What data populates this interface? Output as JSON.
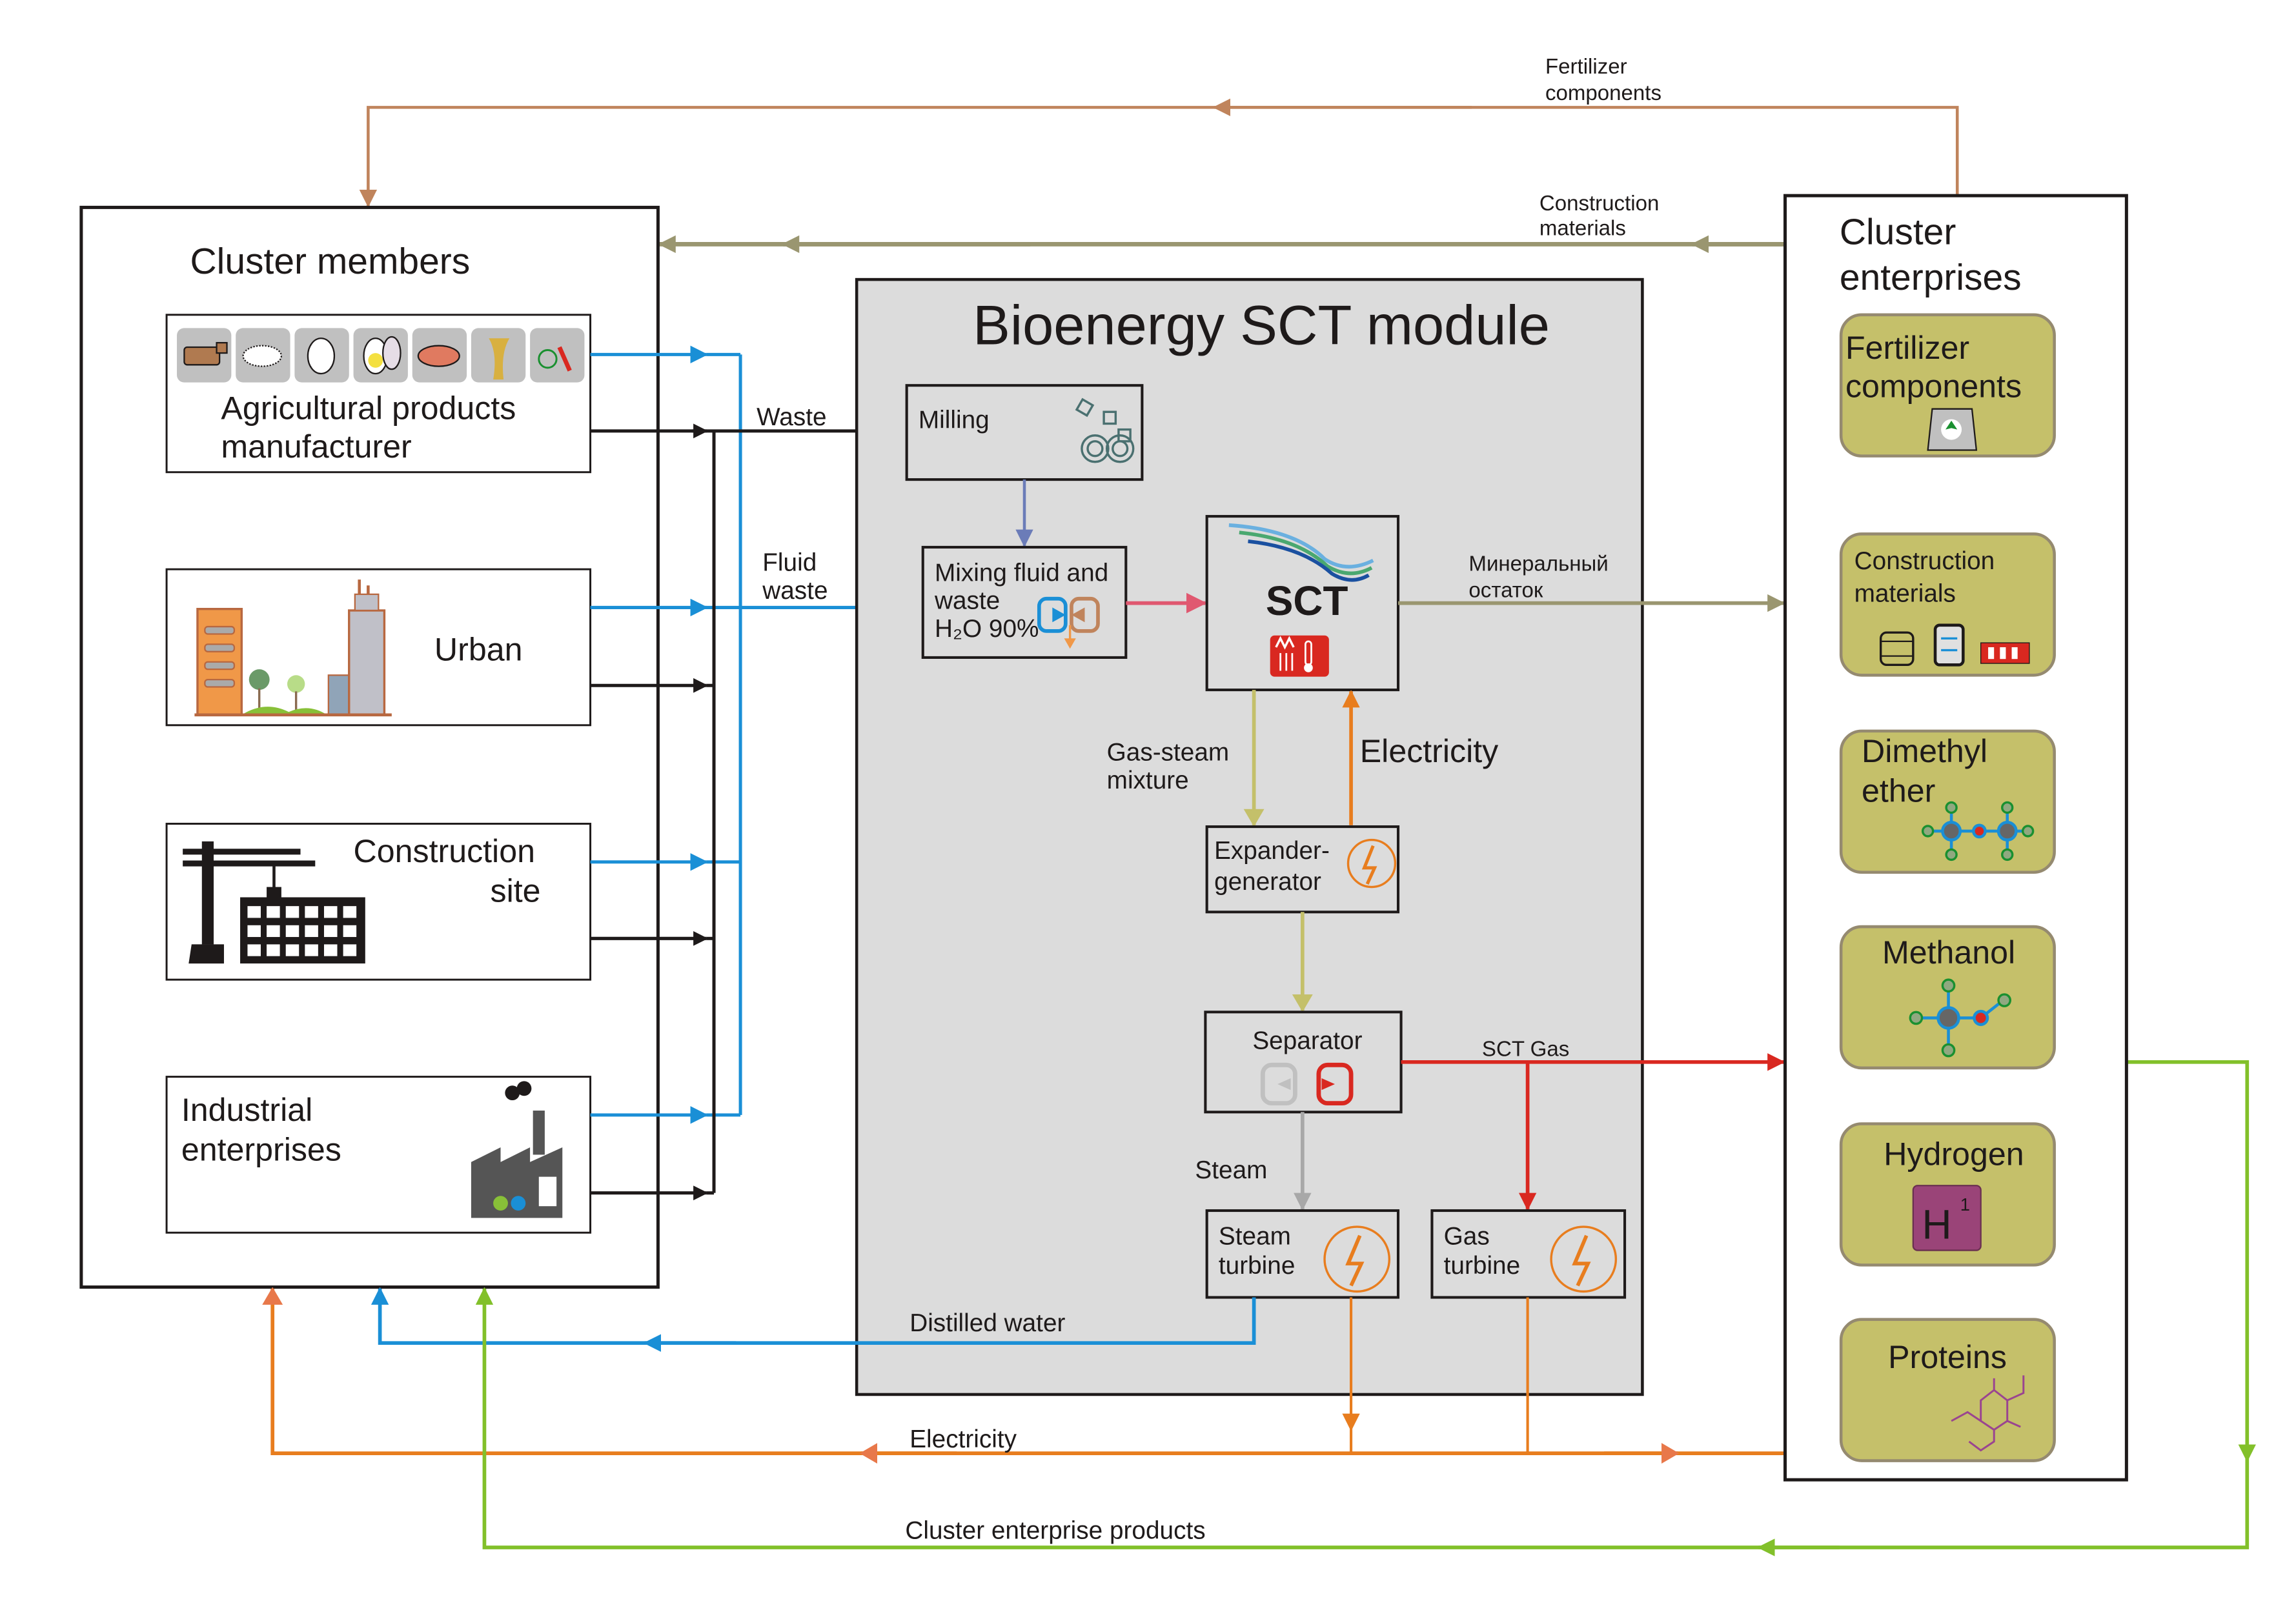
{
  "title": "Bioenergy SCT module",
  "cluster_members": {
    "title": "Cluster members",
    "items": [
      {
        "label_line1": "Agricultural products",
        "label_line2": "manufacturer",
        "icons": [
          "cow-icon",
          "sheep-icon",
          "chicken-icon",
          "egg-icon",
          "pig-icon",
          "wheat-icon",
          "vegetables-icon"
        ]
      },
      {
        "label_line1": "Urban",
        "label_line2": "",
        "icons": [
          "city-buildings-icon"
        ]
      },
      {
        "label_line1": "Construction",
        "label_line2": "site",
        "icons": [
          "crane-icon"
        ]
      },
      {
        "label_line1": "Industrial",
        "label_line2": "enterprises",
        "icons": [
          "factory-icon"
        ]
      }
    ]
  },
  "module": {
    "milling": "Milling",
    "mixing_line1": "Mixing fluid and",
    "mixing_line2": "waste",
    "mixing_line3": "H₂O 90%",
    "sct": "SCT",
    "expander_line1": "Expander-",
    "expander_line2": "generator",
    "separator": "Separator",
    "steam_turbine_line1": "Steam",
    "steam_turbine_line2": "turbine",
    "gas_turbine_line1": "Gas",
    "gas_turbine_line2": "turbine"
  },
  "cluster_enterprises": {
    "title_line1": "Cluster",
    "title_line2": "enterprises",
    "items": [
      {
        "line1": "Fertilizer",
        "line2": "components",
        "icon": "fertilizer-bag-icon"
      },
      {
        "line1": "Construction",
        "line2": "materials",
        "icon": "construction-materials-icon"
      },
      {
        "line1": "Dimethyl",
        "line2": "ether",
        "icon": "dimethyl-ether-molecule-icon"
      },
      {
        "line1": "Methanol",
        "line2": "",
        "icon": "methanol-molecule-icon"
      },
      {
        "line1": "Hydrogen",
        "line2": "",
        "icon": "hydrogen-element-icon",
        "symbol": "H",
        "number": "1"
      },
      {
        "line1": "Proteins",
        "line2": "",
        "icon": "protein-structure-icon"
      }
    ]
  },
  "flows": {
    "fertilizer_line1": "Fertilizer",
    "fertilizer_line2": "components",
    "construction_line1": "Construction",
    "construction_line2": "materials",
    "waste": "Waste",
    "fluid_line1": "Fluid",
    "fluid_line2": "waste",
    "mineral_line1": "Минеральный",
    "mineral_line2": "остаток",
    "gas_steam_line1": "Gas-steam",
    "gas_steam_line2": "mixture",
    "electricity_inner": "Electricity",
    "sct_gas": "SCT Gas",
    "steam": "Steam",
    "distilled_water": "Distilled water",
    "electricity_bottom": "Electricity",
    "cluster_products": "Cluster enterprise products"
  },
  "colors": {
    "fertilizer_flow": "#c0845c",
    "construction_flow": "#9a9670",
    "water_flow": "#1a8fd6",
    "waste_flow": "#1e1a1a",
    "milling_flow": "#6b7cb8",
    "mixing_flow": "#e05870",
    "gas_steam_flow": "#c4c06a",
    "electricity_flow": "#e87d1e",
    "sct_gas_flow": "#d92820",
    "steam_flow": "#a8a8a8",
    "products_flow": "#82c02a",
    "enterprise_fill": "#c5c06a",
    "module_fill": "#dcdcdc"
  }
}
